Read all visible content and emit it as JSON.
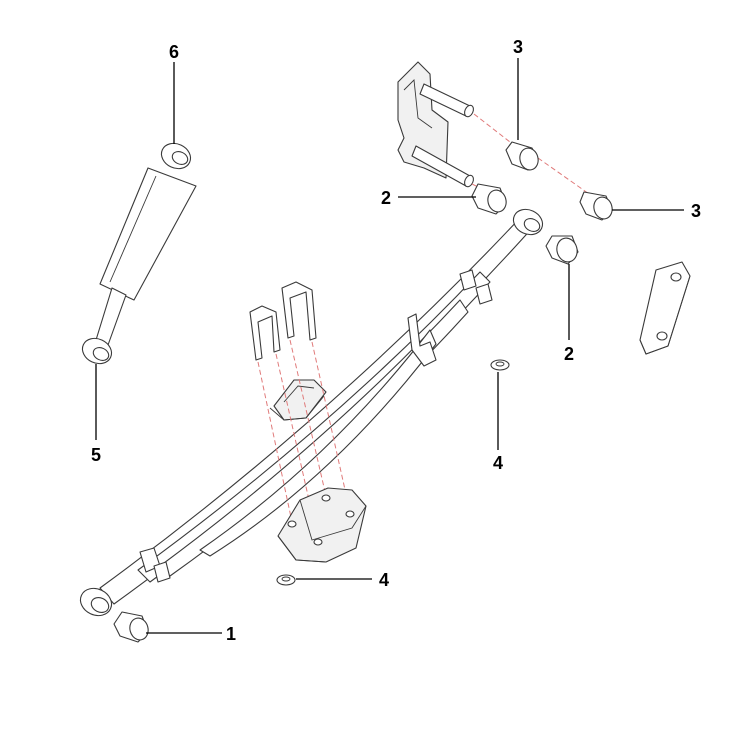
{
  "colors": {
    "background": "#ffffff",
    "linework": "#3a3a3a",
    "leader": "#000000",
    "assembly_dash": "#e07a7a"
  },
  "callouts": {
    "c1": "1",
    "c2a": "2",
    "c2b": "2",
    "c3a": "3",
    "c3b": "3",
    "c4a": "4",
    "c4b": "4",
    "c5": "5",
    "c6": "6"
  }
}
